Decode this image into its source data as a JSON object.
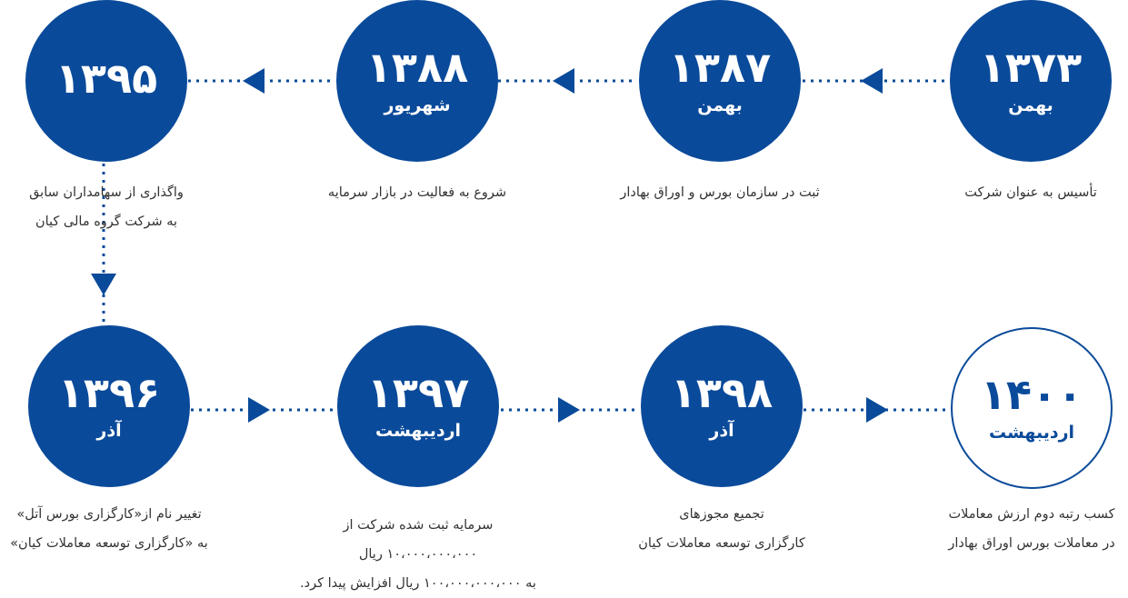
{
  "colors": {
    "primary": "#0a4a9a",
    "text": "#333333",
    "background": "#ffffff"
  },
  "milestones": [
    {
      "year": "۱۳۷۳",
      "month": "بهمن",
      "caption": [
        "تأسیس به عنوان شرکت"
      ]
    },
    {
      "year": "۱۳۸۷",
      "month": "بهمن",
      "caption": [
        "ثبت در سازمان بورس و اوراق بهادار"
      ]
    },
    {
      "year": "۱۳۸۸",
      "month": "شهریور",
      "caption": [
        "شروع به فعالیت در بازار سرمایه"
      ]
    },
    {
      "year": "۱۳۹۵",
      "month": "",
      "caption": [
        "واگذاری از سهامداران سابق",
        "به شرکت گروه مالی کیان"
      ]
    },
    {
      "year": "۱۳۹۶",
      "month": "آذر",
      "caption": [
        "تغییر نام از«کارگزاری بورس آتل»",
        "به «کارگزاری توسعه معاملات کیان»"
      ]
    },
    {
      "year": "۱۳۹۷",
      "month": "اردیبهشت",
      "caption": [
        "سرمایه ثبت شده شرکت از",
        "۱۰،۰۰۰،۰۰۰،۰۰۰ ریال",
        "به ۱۰۰،۰۰۰،۰۰۰،۰۰۰ ریال افزایش پیدا کرد."
      ]
    },
    {
      "year": "۱۳۹۸",
      "month": "آذر",
      "caption": [
        "تجمیع مجوزهای",
        "کارگزاری توسعه معاملات کیان"
      ]
    },
    {
      "year": "۱۴۰۰",
      "month": "اردیبهشت",
      "caption": [
        "کسب رتبه دوم ارزش معاملات",
        "در معاملات بورس اوراق بهادار"
      ],
      "style": "outline"
    }
  ]
}
